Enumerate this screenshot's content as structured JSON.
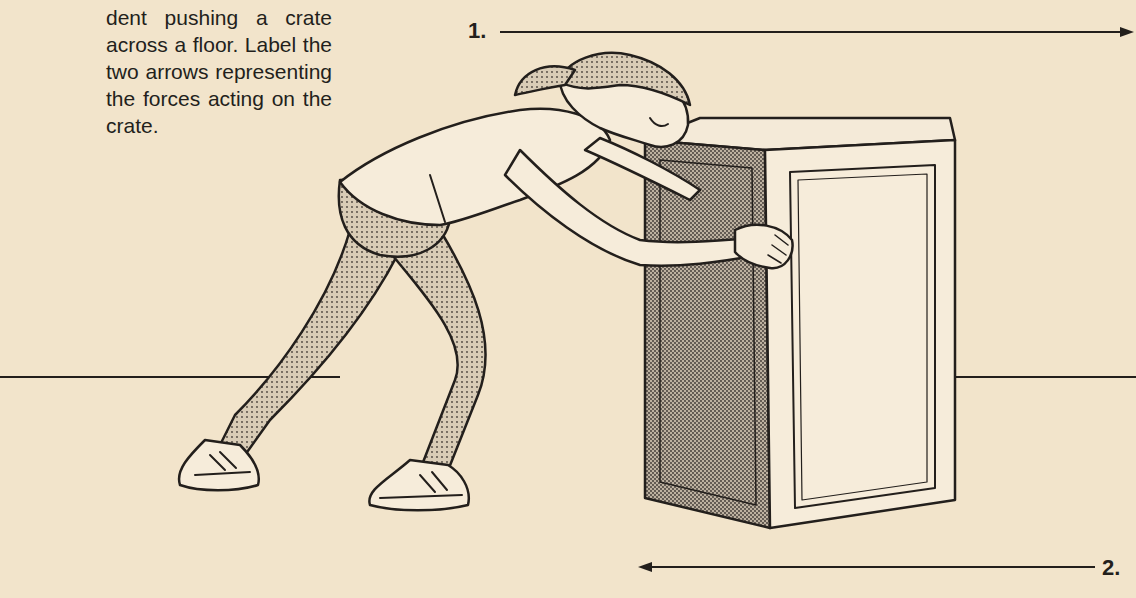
{
  "diagram": {
    "labels": [
      "dent pushing a crate across a floor. Label the two arrows representing the forces acting on the crate.",
      "1.",
      "2."
    ]
  }
}
